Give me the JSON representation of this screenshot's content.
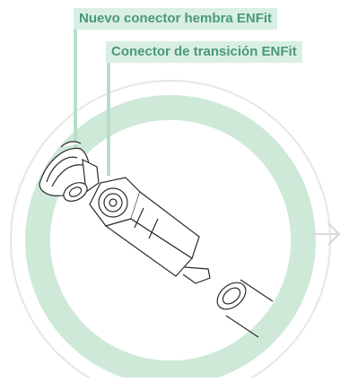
{
  "labels": {
    "female_connector": "Nuevo conector hembra ENFit",
    "transition_connector": "Conector de transición ENFit"
  },
  "colors": {
    "label_background": "#d9efe4",
    "label_text": "#4a9a74",
    "ring_green": "#cfe9d9",
    "ring_outline": "#e6e6e6",
    "line_art": "#2a2a2a",
    "leader_line": "#b9ddc8"
  },
  "icons": {
    "arrow": "chevron-right-arrow"
  }
}
